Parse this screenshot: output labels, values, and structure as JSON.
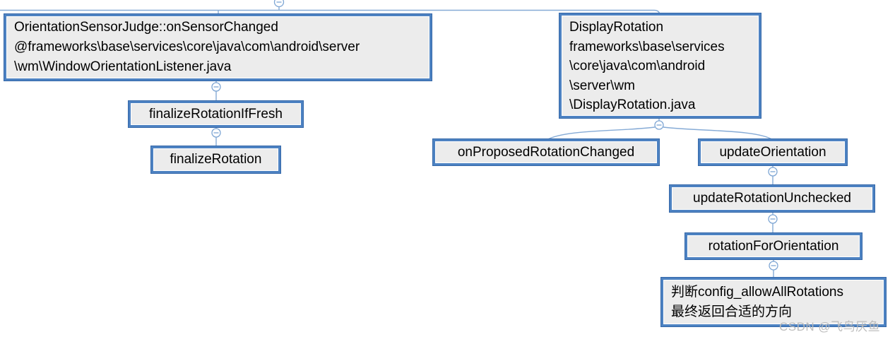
{
  "diagram": {
    "type": "mindmap-call-hierarchy",
    "colors": {
      "node_border": "#4d82c2",
      "node_border_outer": "#3568a9",
      "node_fill": "#ececec",
      "connector": "#86abd6",
      "text": "#000000",
      "watermark": "#b9b9b9",
      "background": "#ffffff"
    },
    "nodes": {
      "orientation_sensor_judge": {
        "lines": [
          "OrientationSensorJudge::onSensorChanged",
          "@frameworks\\base\\services\\core\\java\\com\\android\\server",
          "\\wm\\WindowOrientationListener.java"
        ]
      },
      "finalize_rotation_if_fresh": {
        "label": "finalizeRotationIfFresh"
      },
      "finalize_rotation": {
        "label": "finalizeRotation"
      },
      "display_rotation": {
        "lines": [
          "DisplayRotation",
          "frameworks\\base\\services",
          "\\core\\java\\com\\android",
          "\\server\\wm",
          "\\DisplayRotation.java"
        ]
      },
      "on_proposed_rotation_changed": {
        "label": "onProposedRotationChanged"
      },
      "update_orientation": {
        "label": "updateOrientation"
      },
      "update_rotation_unchecked": {
        "label": "updateRotationUnchecked"
      },
      "rotation_for_orientation": {
        "label": "rotationForOrientation"
      },
      "judge_config": {
        "lines": [
          "判断config_allowAllRotations",
          "最终返回合适的方向"
        ]
      }
    },
    "collapse_buttons": {
      "count": 7,
      "symbol": "−",
      "state": "expanded"
    },
    "watermark": {
      "text": "CSDN @飞鸟厌鱼"
    }
  }
}
